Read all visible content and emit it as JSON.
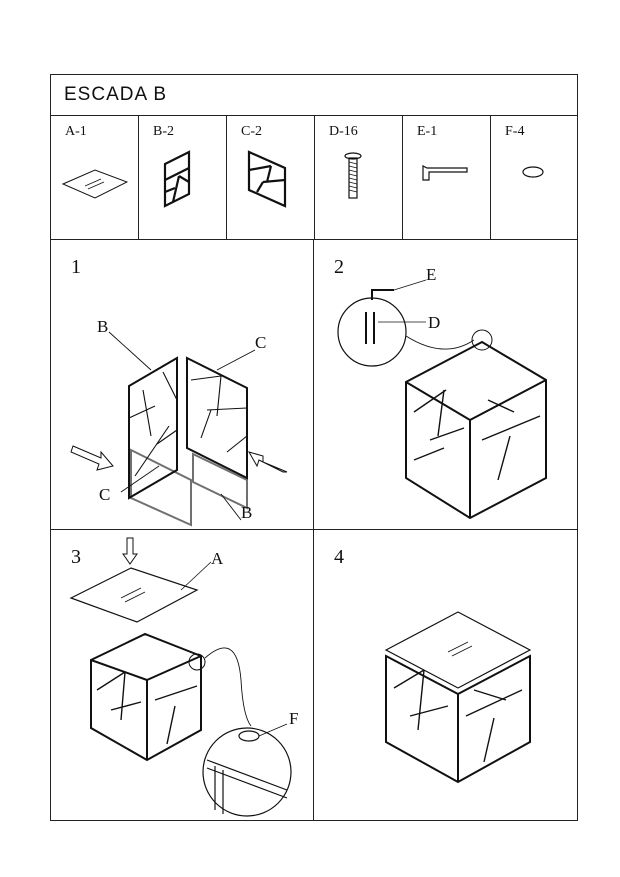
{
  "document": {
    "title": "ESCADA B"
  },
  "parts": [
    {
      "label": "A-1",
      "icon": "glass-top-icon"
    },
    {
      "label": "B-2",
      "icon": "frame-panel-b-icon"
    },
    {
      "label": "C-2",
      "icon": "frame-panel-c-icon"
    },
    {
      "label": "D-16",
      "icon": "screw-icon"
    },
    {
      "label": "E-1",
      "icon": "allen-key-icon"
    },
    {
      "label": "F-4",
      "icon": "pad-icon"
    }
  ],
  "steps": [
    {
      "number": "1",
      "callouts": [
        "B",
        "C",
        "C",
        "B"
      ]
    },
    {
      "number": "2",
      "callouts": [
        "E",
        "D"
      ]
    },
    {
      "number": "3",
      "callouts": [
        "A",
        "F"
      ]
    },
    {
      "number": "4",
      "callouts": []
    }
  ]
}
